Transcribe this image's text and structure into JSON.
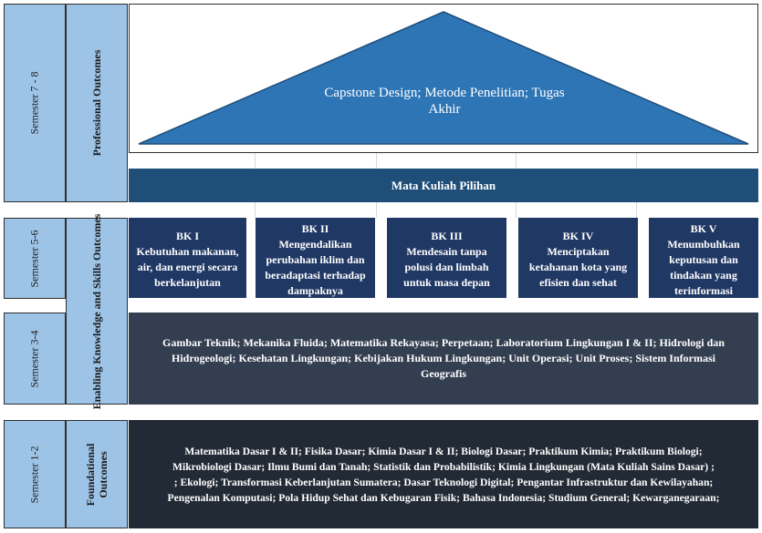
{
  "semesters": {
    "s78": "Semester 7 - 8",
    "s56": "Semester 5-6",
    "s34": "Semester 3-4",
    "s12": "Semester 1-2"
  },
  "outcomes": {
    "professional": "Professional Outcomes",
    "enabling": "Enabling Knowledge and Skills Outcomes",
    "foundational": "Foundational Outcomes"
  },
  "capstone": [
    "Capstone Design; Metode Penelitian; Tugas",
    "Akhir"
  ],
  "elective": "Mata Kuliah Pilihan",
  "bk": [
    {
      "code": "BK I",
      "lines": [
        "Kebutuhan makanan,",
        "air, dan energi secara",
        "berkelanjutan"
      ]
    },
    {
      "code": "BK II",
      "lines": [
        "Mengendalikan",
        "perubahan iklim dan",
        "beradaptasi terhadap",
        "dampaknya"
      ]
    },
    {
      "code": "BK III",
      "lines": [
        "Mendesain tanpa",
        "polusi dan limbah",
        "untuk masa depan"
      ]
    },
    {
      "code": "BK IV",
      "lines": [
        "Menciptakan",
        "ketahanan kota yang",
        "efisien dan sehat"
      ]
    },
    {
      "code": "BK V",
      "lines": [
        "Menumbuhkan",
        "keputusan dan",
        "tindakan yang",
        "terinformasi"
      ]
    }
  ],
  "middle_courses": [
    "Gambar Teknik; Mekanika Fluida; Matematika Rekayasa; Perpetaan; Laboratorium Lingkungan I & II; Hidrologi dan",
    "Hidrogeologi; Kesehatan Lingkungan; Kebijakan Hukum Lingkungan; Unit Operasi; Unit Proses; Sistem Informasi",
    "Geografis"
  ],
  "base_courses": [
    "Matematika Dasar I & II; Fisika Dasar; Kimia Dasar I & II; Biologi Dasar; Praktikum Kimia; Praktikum Biologi;",
    "Mikrobiologi Dasar; Ilmu Bumi dan Tanah;  Statistik dan Probabilistik; Kimia Lingkungan (Mata Kuliah Sains Dasar) ;",
    "; Ekologi; Transformasi Keberlanjutan Sumatera; Dasar Teknologi Digital; Pengantar Infrastruktur dan Kewilayahan;",
    "Pengenalan Komputasi; Pola Hidup Sehat  dan Kebugaran Fisik; Bahasa Indonesia; Studium General; Kewarganegaraan;"
  ],
  "colors": {
    "semester_fill": "#9dc3e6",
    "triangle": "#2e75b6",
    "elective": "#1f4e79",
    "bk": "#203864",
    "middle": "#333f50",
    "base": "#222a35"
  }
}
